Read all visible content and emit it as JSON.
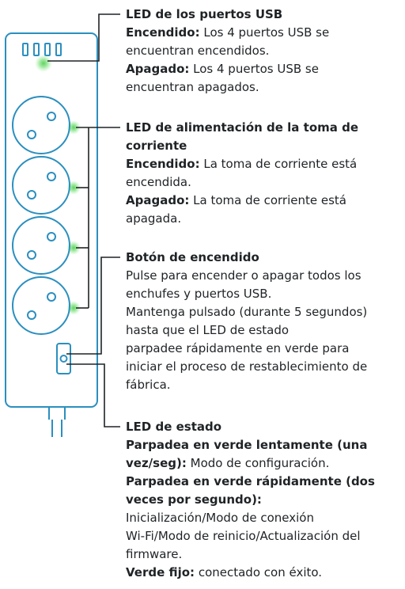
{
  "colors": {
    "line": "#2b8fbf",
    "led_green": "#5fd35f",
    "text": "#1f2326"
  },
  "labels": [
    {
      "id": "usb-led",
      "title": "LED de los puertos USB",
      "lines": [
        {
          "bold": "Encendido:",
          "text": " Los 4 puertos USB se"
        },
        {
          "bold": "",
          "text": "encuentran encendidos."
        },
        {
          "bold": "Apagado:",
          "text": " Los 4 puertos USB se"
        },
        {
          "bold": "",
          "text": "encuentran apagados."
        }
      ]
    },
    {
      "id": "outlet-led",
      "title": "LED de alimentación de la toma de",
      "title2": "corriente",
      "lines": [
        {
          "bold": "Encendido:",
          "text": " La toma de corriente está"
        },
        {
          "bold": "",
          "text": "encendida."
        },
        {
          "bold": "Apagado:",
          "text": " La toma de corriente está"
        },
        {
          "bold": "",
          "text": "apagada."
        }
      ]
    },
    {
      "id": "power-button",
      "title": "Botón de encendido",
      "lines": [
        {
          "bold": "",
          "text": "Pulse para encender o apagar todos los"
        },
        {
          "bold": "",
          "text": "enchufes y puertos USB."
        },
        {
          "bold": "",
          "text": "Mantenga pulsado (durante 5 segundos)"
        },
        {
          "bold": "",
          "text": "hasta que el LED de estado"
        },
        {
          "bold": "",
          "text": "parpadee rápidamente en verde para"
        },
        {
          "bold": "",
          "text": "iniciar el proceso de restablecimiento de"
        },
        {
          "bold": "",
          "text": "fábrica."
        }
      ]
    },
    {
      "id": "status-led",
      "title": "LED de estado",
      "lines": [
        {
          "bold": "Parpadea en verde lentamente (una",
          "text": ""
        },
        {
          "bold": "vez/seg):",
          "text": " Modo de configuración."
        },
        {
          "bold": "Parpadea en verde rápidamente (dos",
          "text": ""
        },
        {
          "bold": "veces por segundo):",
          "text": ""
        },
        {
          "bold": "",
          "text": "Inicialización/Modo de conexión"
        },
        {
          "bold": "",
          "text": "Wi-Fi/Modo de reinicio/Actualización del"
        },
        {
          "bold": "",
          "text": "firmware."
        },
        {
          "bold": "Verde fijo:",
          "text": " conectado con éxito."
        }
      ]
    }
  ]
}
